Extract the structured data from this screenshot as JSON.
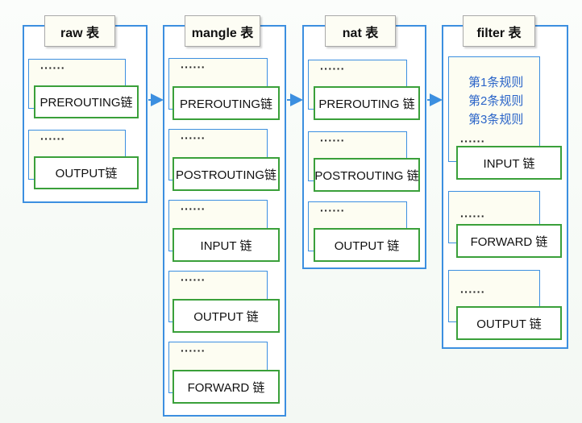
{
  "tables": [
    {
      "title": "raw 表",
      "groups": [
        {
          "dots": "······",
          "chain": "PREROUTING链"
        },
        {
          "dots": "······",
          "chain": "OUTPUT链"
        }
      ]
    },
    {
      "title": "mangle 表",
      "groups": [
        {
          "dots": "······",
          "chain": "PREROUTING链"
        },
        {
          "dots": "······",
          "chain": "POSTROUTING链"
        },
        {
          "dots": "······",
          "chain": "INPUT 链"
        },
        {
          "dots": "······",
          "chain": "OUTPUT 链"
        },
        {
          "dots": "······",
          "chain": "FORWARD 链"
        }
      ]
    },
    {
      "title": "nat 表",
      "groups": [
        {
          "dots": "······",
          "chain": "PREROUTING 链"
        },
        {
          "dots": "······",
          "chain": "POSTROUTING 链"
        },
        {
          "dots": "······",
          "chain": "OUTPUT 链"
        }
      ]
    },
    {
      "title": "filter 表",
      "groups": [
        {
          "rules": [
            "第1条规则",
            "第2条规则",
            "第3条规则"
          ],
          "dots": "······",
          "chain": "INPUT 链"
        },
        {
          "dots": "······",
          "chain": "FORWARD 链"
        },
        {
          "dots": "······",
          "chain": "OUTPUT 链"
        }
      ]
    }
  ],
  "colors": {
    "table_border": "#3c8fe0",
    "chain_border": "#3aa03a",
    "rule_text": "#2a64c8",
    "arrow": "#3c8fe0"
  }
}
